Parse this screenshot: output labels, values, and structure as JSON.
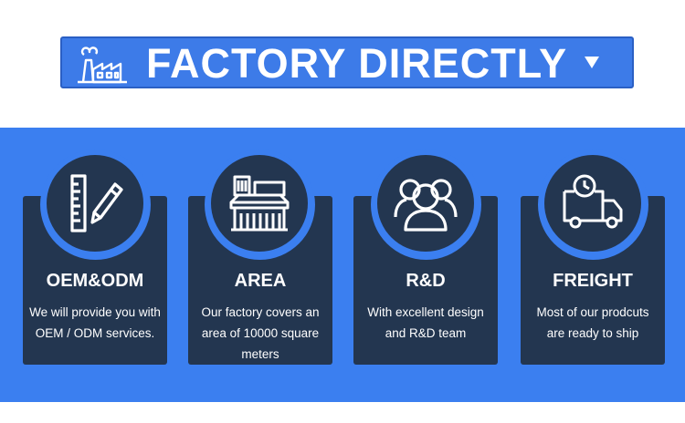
{
  "banner": {
    "title": "FACTORY DIRECTLY",
    "icon": "factory-icon",
    "caret": "caret-down-icon"
  },
  "colors": {
    "band": "#3b7ff0",
    "banner": "#3d7be8",
    "card": "#233650",
    "text": "#ffffff"
  },
  "features": [
    {
      "icon": "ruler-pencil-icon",
      "title": "OEM&ODM",
      "desc": [
        "We will provide you with",
        "OEM / ODM services."
      ]
    },
    {
      "icon": "building-icon",
      "title": "AREA",
      "desc": [
        "Our factory covers an",
        "area of 10000 square",
        "meters"
      ]
    },
    {
      "icon": "team-icon",
      "title": "R&D",
      "desc": [
        "With excellent design",
        "and R&D team"
      ]
    },
    {
      "icon": "delivery-truck-icon",
      "title": "FREIGHT",
      "desc": [
        "Most of our prodcuts",
        "are ready to ship"
      ]
    }
  ]
}
